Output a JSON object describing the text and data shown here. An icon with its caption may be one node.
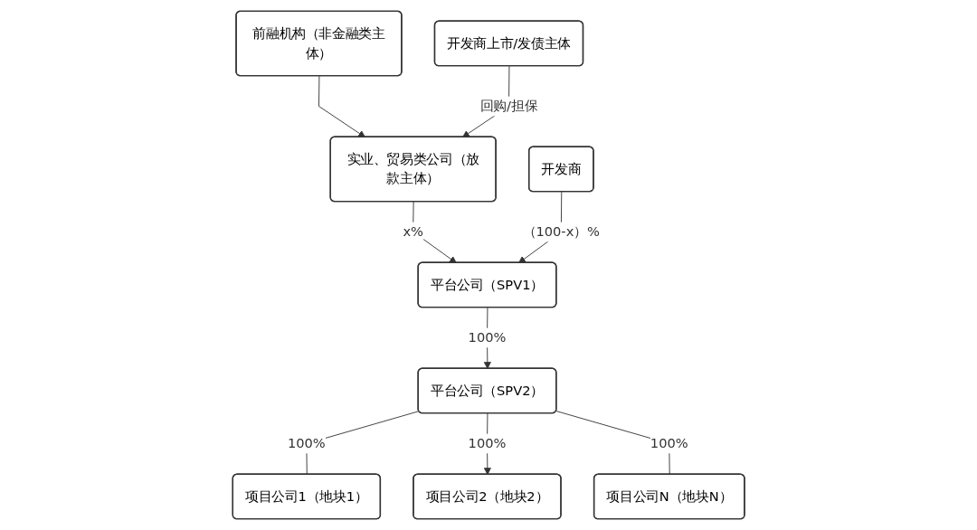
{
  "diagram": {
    "nodes": [
      {
        "text": [
          "前融机构（非金融类主体）"
        ]
      },
      {
        "text": [
          "实业、贸易类公司（放款主体）"
        ]
      },
      {
        "text": [
          "开发商"
        ]
      },
      {
        "text": [
          "开发商上市/发债主体"
        ]
      },
      {
        "text": [
          "平台公司（SPV1）"
        ]
      },
      {
        "text": [
          "平台公司（SPV2）"
        ]
      },
      {
        "text": [
          "项目公司1（地块1）"
        ]
      },
      {
        "text": [
          "项目公司2（地块2）"
        ]
      },
      {
        "text": [
          "项目公司N（地块N）"
        ]
      }
    ],
    "edges": [
      {
        "from": 0,
        "to": 1,
        "arrow": "to"
      },
      {
        "from": 3,
        "to": 1,
        "arrow": "to",
        "label": "回购/担保"
      },
      {
        "from": 1,
        "to": 4,
        "arrow": "to",
        "label": "x%"
      },
      {
        "from": 2,
        "to": 4,
        "arrow": "to",
        "label": "（100-x）%"
      },
      {
        "from": 4,
        "to": 5,
        "arrow": "to",
        "label": "100%"
      },
      {
        "from": 5,
        "to": 6,
        "arrow": "none",
        "label": "100%"
      },
      {
        "from": 5,
        "to": 7,
        "arrow": "to",
        "label": "100%"
      },
      {
        "from": 5,
        "to": 8,
        "arrow": "none",
        "label": "100%"
      }
    ]
  }
}
